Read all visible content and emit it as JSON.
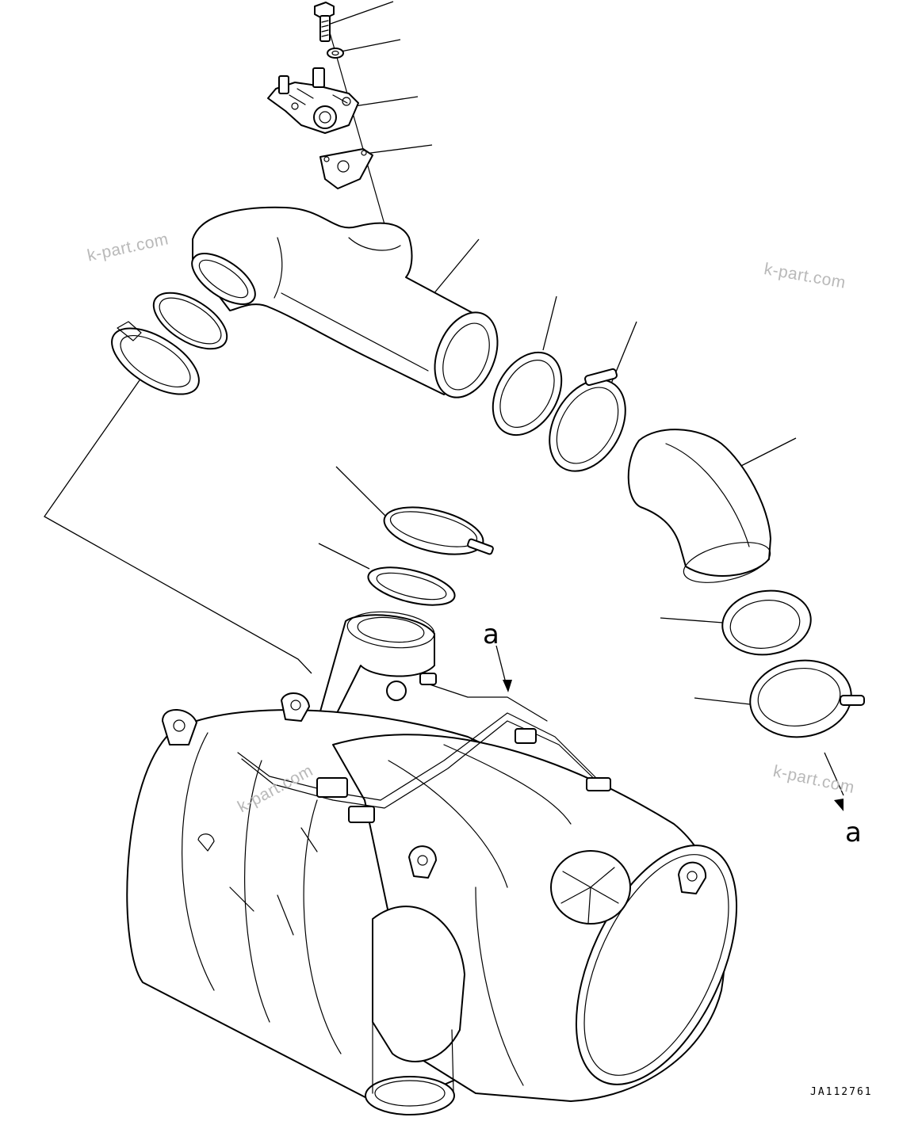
{
  "watermark": "k-part.com",
  "callouts": {
    "upper": "a",
    "lower": "a"
  },
  "drawing_code": "JA112761",
  "icons": {
    "bolt": "bolt-icon",
    "washer": "washer-icon",
    "sensor": "sensor-bracket-icon",
    "plate": "mounting-plate-icon",
    "elbow_pipe": "elbow-pipe-icon",
    "gasket": "gasket-icon",
    "clamp": "v-band-clamp-icon",
    "bend_pipe": "bend-pipe-icon",
    "muffler": "muffler-assembly-icon"
  }
}
